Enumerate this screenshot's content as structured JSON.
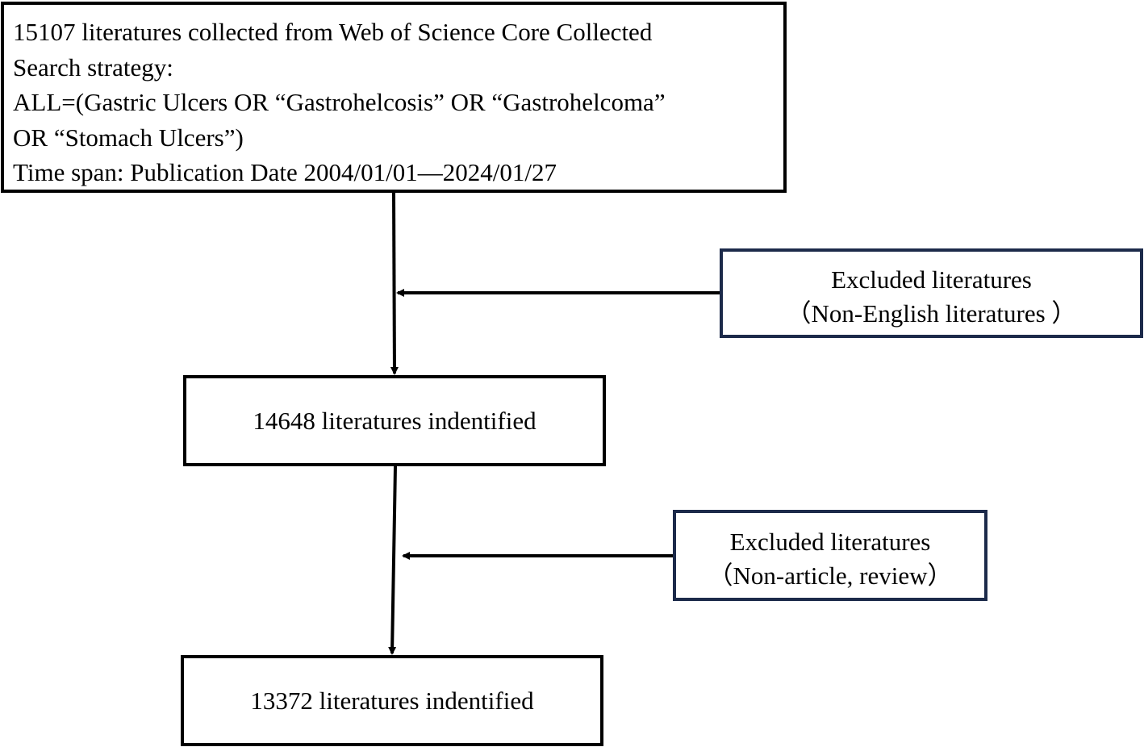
{
  "flowchart": {
    "search_box": {
      "lines": [
        "15107 literatures collected from Web of Science Core Collected",
        "Search strategy:",
        "ALL=(Gastric Ulcers OR “Gastrohelcosis” OR “Gastrohelcoma”",
        "OR “Stomach Ulcers”)",
        "Time span: Publication Date 2004/01/01—2024/01/27"
      ]
    },
    "exclusion_1": {
      "title": "Excluded literatures",
      "reason": "（Non-English literatures ）"
    },
    "identified_1": {
      "text": "14648 literatures indentified"
    },
    "exclusion_2": {
      "title": "Excluded literatures",
      "reason": "（Non-article, review）"
    },
    "identified_2": {
      "text": "13372 literatures indentified"
    },
    "colors": {
      "main_border": "#000000",
      "exclusion_border": "#1c2a4a",
      "arrow": "#000000"
    }
  }
}
